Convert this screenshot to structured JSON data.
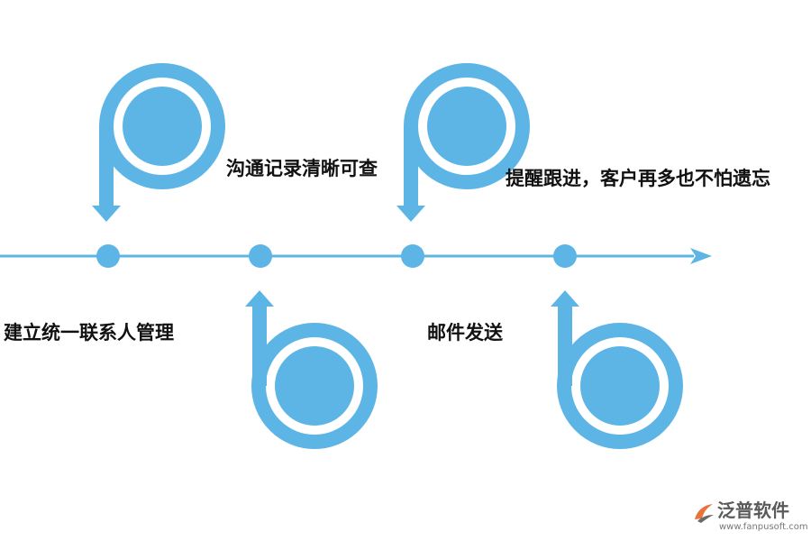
{
  "colors": {
    "accent": "#5db5e6",
    "text": "#111111",
    "brand_gray": "#5a5a5a",
    "brand_orange": "#e8743b"
  },
  "timeline": {
    "steps": [
      {
        "label": "建立统一联系人管理",
        "marker": "p-shape-arrow-down-icon"
      },
      {
        "label": "沟通记录清晰可查",
        "marker": "b-shape-arrow-up-icon"
      },
      {
        "label": "邮件发送",
        "marker": "p-shape-arrow-down-icon"
      },
      {
        "label": "提醒跟进，客户再多也不怕遗忘",
        "marker": "b-shape-arrow-up-icon"
      }
    ]
  },
  "brand": {
    "name": "泛普软件",
    "url": "www.fanpusoft.com",
    "logo_icon": "fanpu-logo-icon"
  }
}
